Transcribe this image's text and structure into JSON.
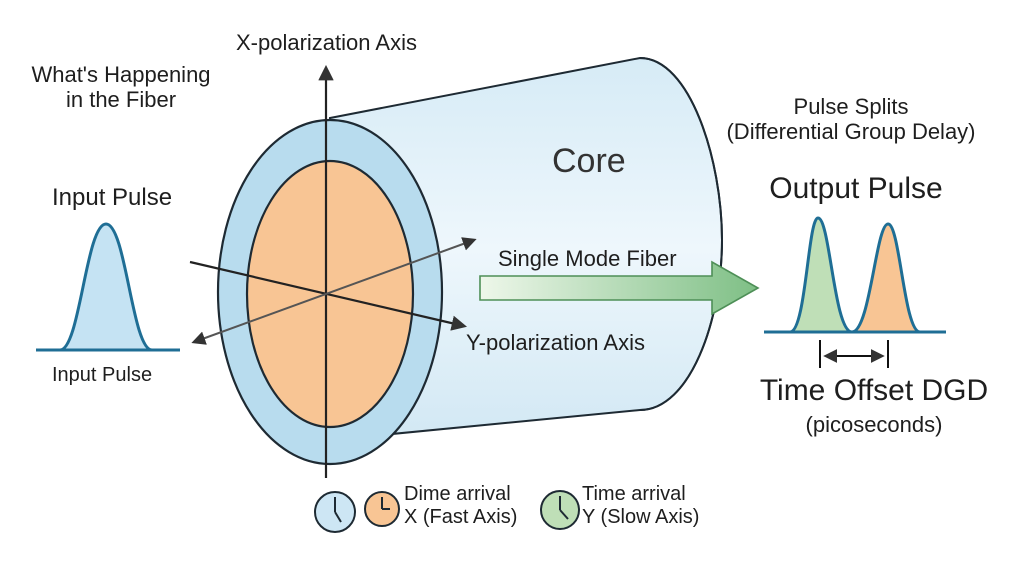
{
  "top_left_note": {
    "line1": "What's Happening",
    "line2": "in the Fiber"
  },
  "input": {
    "title": "Input Pulse",
    "caption": "Input Pulse"
  },
  "axes": {
    "x_label": "X-polarization Axis",
    "y_label": "Y-polarization Axis"
  },
  "fiber": {
    "core_label": "Core",
    "mode_label": "Single Mode Fiber"
  },
  "output": {
    "split_line1": "Pulse Splits",
    "split_line2": "(Differential Group Delay)",
    "title": "Output Pulse",
    "offset_label": "Time Offset DGD",
    "offset_unit": "(picoseconds)"
  },
  "clock_legend": {
    "fast_line1": "Dime arrival",
    "fast_line2": "X (Fast Axis)",
    "slow_line1": "Time arrival",
    "slow_line2": "Y (Slow Axis)"
  },
  "colors": {
    "cladding_blue": "#b8dcee",
    "core_orange": "#f8c594",
    "pulse_blue": "#c5e3f3",
    "pulse_green": "#bfdfb7",
    "outline_teal": "#1f6e95",
    "arrow_green": "#7ebf85"
  }
}
